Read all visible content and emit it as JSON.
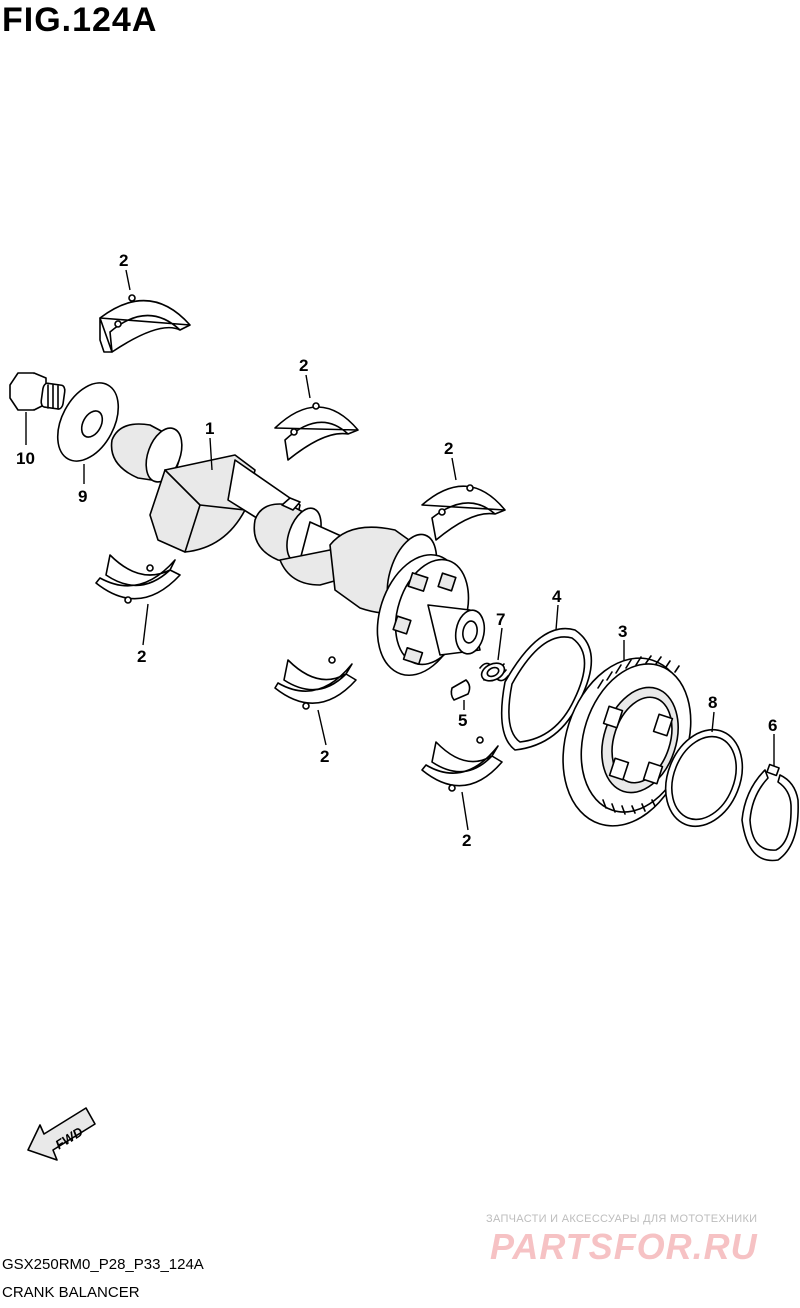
{
  "figure": {
    "title": "FIG.124A",
    "code": "GSX250RM0_P28_P33_124A",
    "name": "CRANK BALANCER"
  },
  "callouts": {
    "c1": "1",
    "c2a": "2",
    "c2b": "2",
    "c2c": "2",
    "c2d": "2",
    "c2e": "2",
    "c2f": "2",
    "c3": "3",
    "c4": "4",
    "c5": "5",
    "c6": "6",
    "c7": "7",
    "c8": "8",
    "c9": "9",
    "c10": "10"
  },
  "fwd_label": "FWD",
  "watermark": {
    "line1": "ЗАПЧАСТИ И АКСЕССУАРЫ ДЛЯ МОТОТЕХНИКИ",
    "logo": "PARTSFOR.RU"
  }
}
